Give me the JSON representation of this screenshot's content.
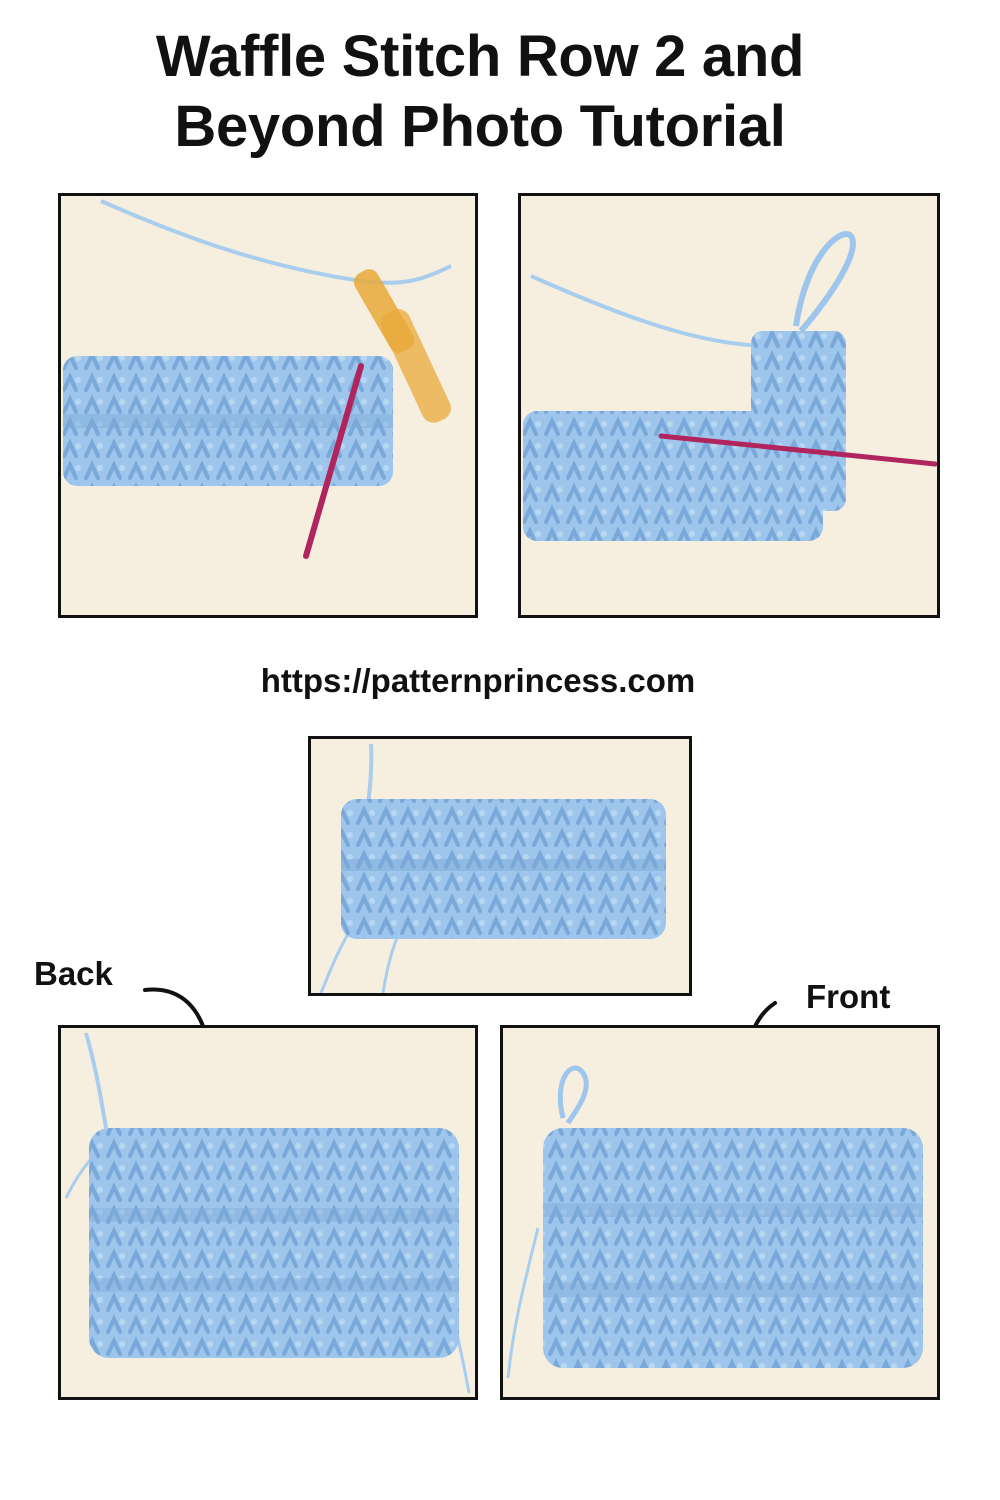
{
  "header": {
    "title_line1": "Waffle Stitch Row 2 and",
    "title_line2": "Beyond Photo Tutorial"
  },
  "site": {
    "url": "https://patternprincess.com"
  },
  "labels": {
    "back": "Back",
    "front": "Front"
  },
  "colors": {
    "background": "#ffffff",
    "photo_background": "#f6efe0",
    "yarn": "#9ec6ec",
    "yarn_shadow": "#6f9ed0",
    "needle": "#b0255e",
    "hook": "#e8a93a",
    "text": "#111111"
  },
  "icons": [
    "curved-arrow-down-icon"
  ]
}
